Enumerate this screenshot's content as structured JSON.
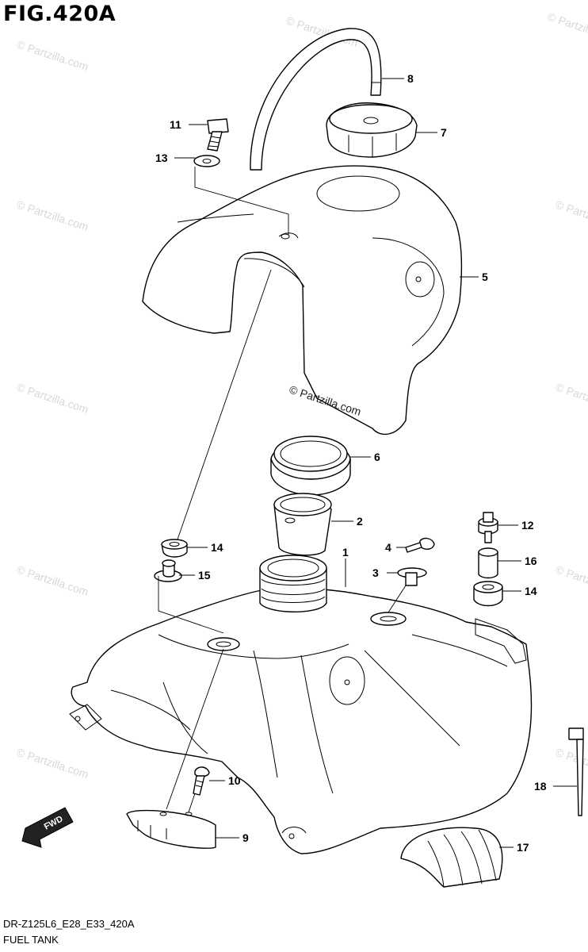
{
  "figure": {
    "title": "FIG.420A",
    "model_code": "DR-Z125L6_E28_E33_420A",
    "caption": "FUEL TANK",
    "copyright": "© Partzilla.com",
    "watermark": "© Partzilla.com",
    "fwd_label": "FWD"
  },
  "callouts": {
    "c1": "1",
    "c2": "2",
    "c3": "3",
    "c4": "4",
    "c5": "5",
    "c6": "6",
    "c7": "7",
    "c8": "8",
    "c9": "9",
    "c10": "10",
    "c11": "11",
    "c12": "12",
    "c13": "13",
    "c14a": "14",
    "c14b": "14",
    "c15": "15",
    "c16": "16",
    "c17": "17",
    "c18": "18"
  }
}
